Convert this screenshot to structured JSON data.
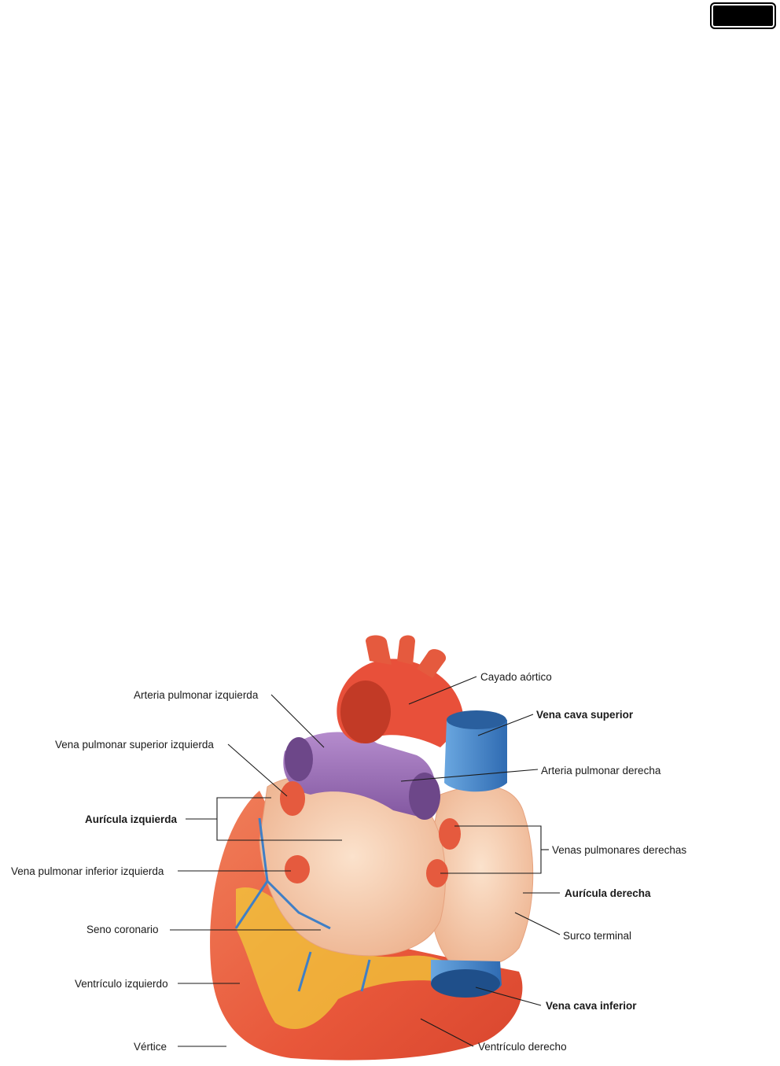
{
  "labels": {
    "aortic_arch": "Cayado aórtico",
    "superior_vena_cava": "Vena cava superior",
    "right_pulmonary_artery": "Arteria pulmonar derecha",
    "right_pulmonary_veins": "Venas pulmonares derechas",
    "right_atrium": "Aurícula derecha",
    "sulcus_terminalis": "Surco terminal",
    "inferior_vena_cava": "Vena cava inferior",
    "right_ventricle": "Ventrículo derecho",
    "left_pulmonary_artery": "Arteria pulmonar izquierda",
    "left_superior_pulmonary_vein": "Vena pulmonar superior izquierda",
    "left_atrium": "Aurícula izquierda",
    "left_inferior_pulmonary_vein": "Vena pulmonar inferior izquierda",
    "coronary_sinus": "Seno coronario",
    "left_ventricle": "Ventrículo izquierdo",
    "apex": "Vértice"
  },
  "colors": {
    "artery_red": "#e8503a",
    "vein_blue": "#3f7fc6",
    "pulmonary_purple": "#9b6bb5",
    "atrium_peach": "#f3c6a2",
    "fat_yellow": "#f2c93a"
  }
}
